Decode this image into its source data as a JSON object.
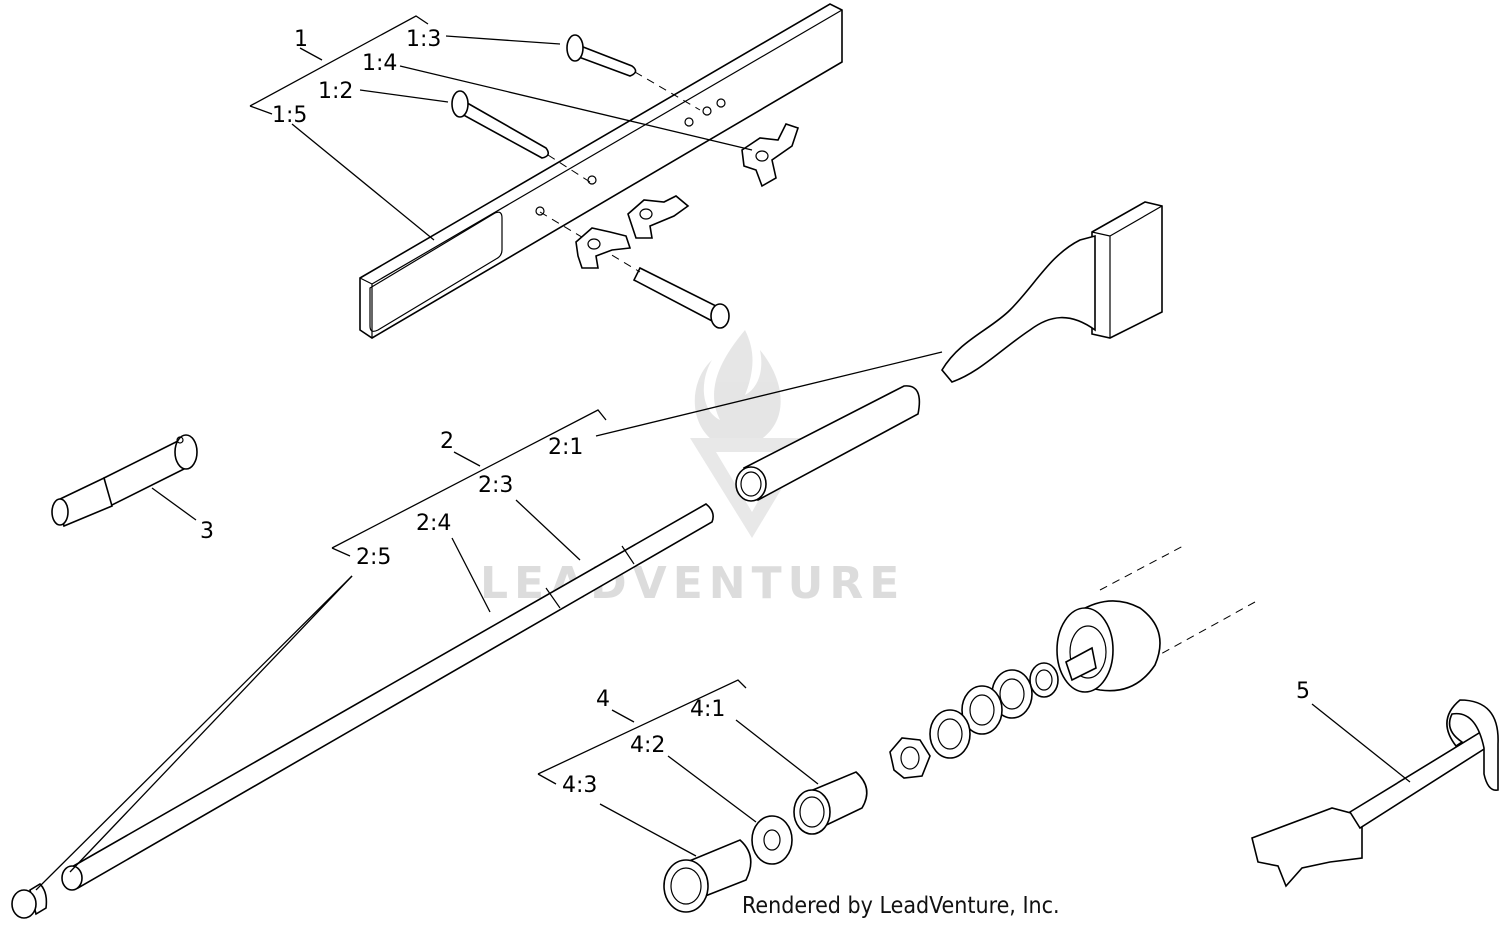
{
  "callouts": {
    "g1": "1",
    "c1_2": "1:2",
    "c1_3": "1:3",
    "c1_4": "1:4",
    "c1_5": "1:5",
    "g2": "2",
    "c2_1": "2:1",
    "c2_3": "2:3",
    "c2_4": "2:4",
    "c2_5": "2:5",
    "g3": "3",
    "g4": "4",
    "c4_1": "4:1",
    "c4_2": "4:2",
    "c4_3": "4:3",
    "g5": "5"
  },
  "watermark": {
    "text": "LEADVENTURE",
    "color": "#d9d9d9"
  },
  "footer": {
    "credit": "Rendered by LeadVenture, Inc."
  }
}
